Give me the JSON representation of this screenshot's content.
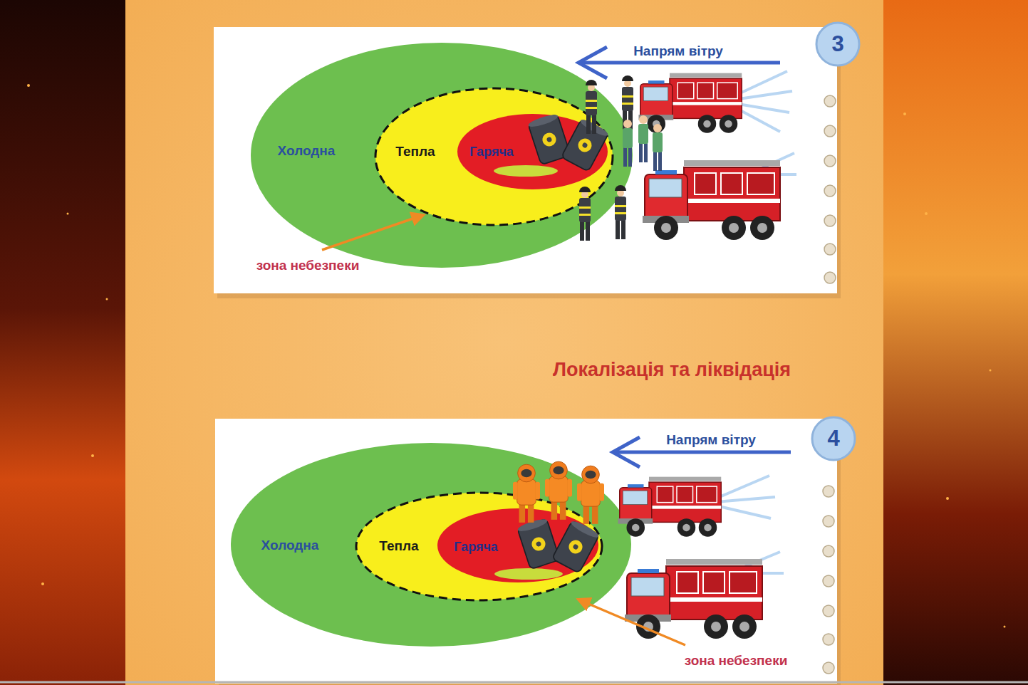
{
  "diagram": {
    "title": "Локалізація та ліквідація",
    "nodes": [
      {
        "text": [
          "Холодна"
        ]
      },
      {
        "text": [
          "Тепла"
        ],
        "in": 0
      },
      {
        "text": [
          "Гаряча"
        ],
        "in": 1
      },
      {
        "text": [
          "Холодна"
        ]
      },
      {
        "text": [
          "Тепла"
        ],
        "in": 3
      },
      {
        "text": [
          "Гаряча"
        ],
        "in": 4
      }
    ],
    "labels": [
      "3",
      "Напрям вітру",
      "зона небезпеки",
      "4",
      "Напрям вітру",
      "зона небезпеки"
    ]
  }
}
